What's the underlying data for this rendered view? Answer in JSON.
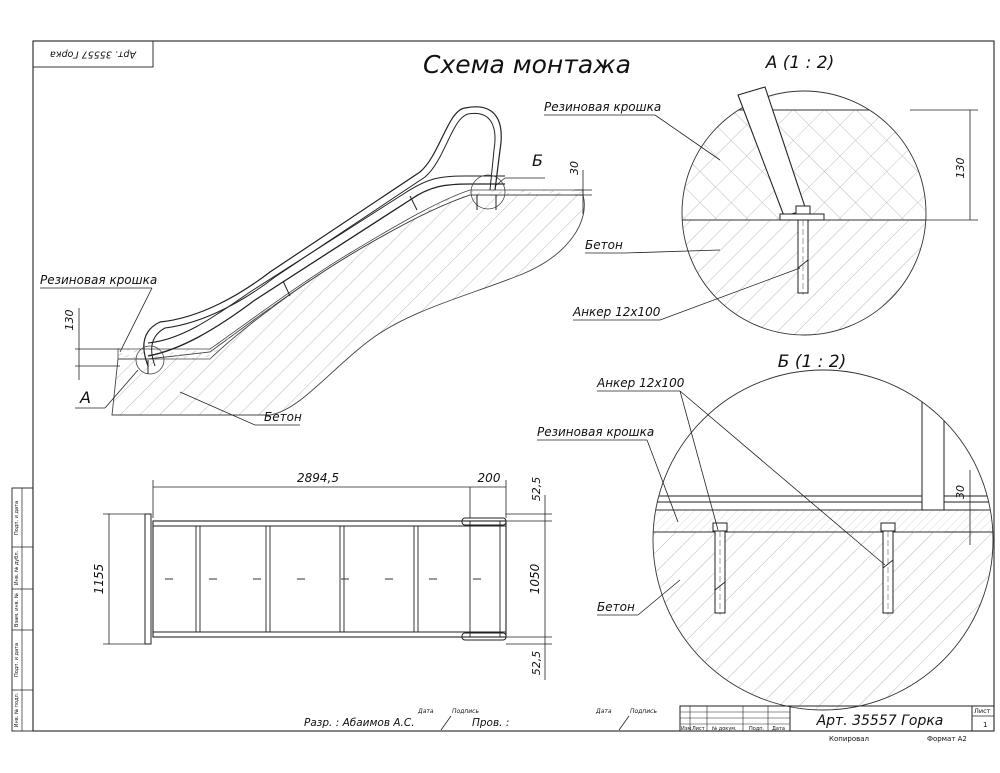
{
  "title": "Схема монтажа",
  "stamp_rotated": "Арт. 35557 Горка",
  "labels": {
    "rubber": "Резиновая крошка",
    "concrete": "Бетон",
    "anchor": "Анкер 12х100",
    "mark_a": "А",
    "mark_b": "Б",
    "view_a": "А (1 : 2)",
    "view_b": "Б (1 : 2)"
  },
  "dimensions": {
    "main_30": "30",
    "main_130": "130",
    "detail_a_130": "130",
    "detail_b_30": "30",
    "length": "2894,5",
    "end": "200",
    "offset_top": "52,5",
    "offset_bottom": "52,5",
    "width_total": "1155",
    "width_inner": "1050"
  },
  "title_block": {
    "developer": "Разр. : Абаимов А.С.",
    "checked": "Пров. :",
    "date": "Дата",
    "signature": "Подпись",
    "name": "Арт. 35557 Горка",
    "sheet_label": "Лист",
    "sheet_no": "1",
    "copied": "Копировал",
    "format": "Формат А2",
    "cols": [
      "Изм.",
      "Лист",
      "№ докум.",
      "Подп.",
      "Дата"
    ]
  },
  "side_stamps": [
    "Инв. № подл.",
    "Подп. и дата",
    "Взам. инв. №",
    "Инв. № дубл.",
    "Подп. и дата"
  ]
}
